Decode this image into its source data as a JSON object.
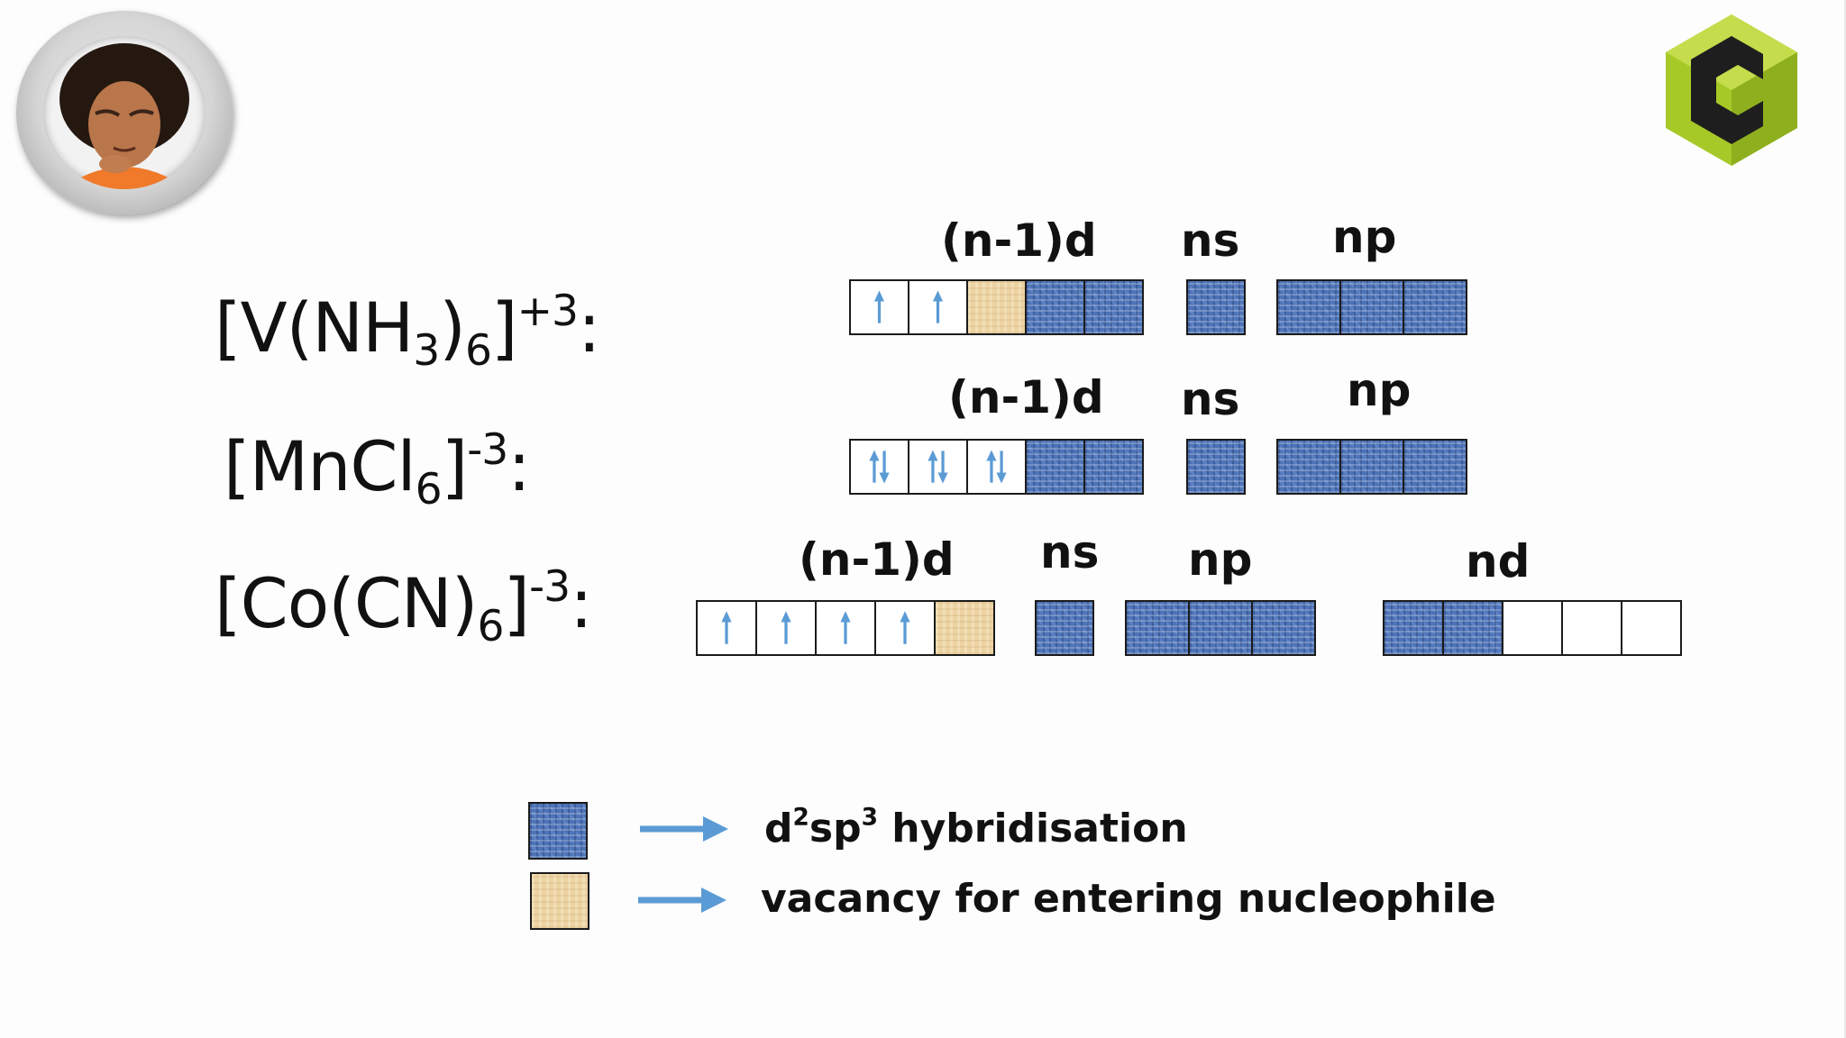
{
  "complexes": [
    {
      "formula": {
        "a": "[V(NH",
        "b": "3",
        "c": ")",
        "d": "6",
        "e": "]",
        "charge": "+3",
        "colon": ":"
      },
      "labels": {
        "d": "(n-1)d",
        "s": "ns",
        "p": "np"
      },
      "orbitals": {
        "d": [
          "up",
          "up",
          "vacancy",
          "hybrid",
          "hybrid"
        ],
        "s": [
          "hybrid"
        ],
        "p": [
          "hybrid",
          "hybrid",
          "hybrid"
        ]
      }
    },
    {
      "formula": {
        "a": "[MnCl",
        "b": "6",
        "e": "]",
        "charge": "-3",
        "colon": ":"
      },
      "labels": {
        "d": "(n-1)d",
        "s": "ns",
        "p": "np"
      },
      "orbitals": {
        "d": [
          "paired",
          "paired",
          "paired",
          "hybrid",
          "hybrid"
        ],
        "s": [
          "hybrid"
        ],
        "p": [
          "hybrid",
          "hybrid",
          "hybrid"
        ]
      }
    },
    {
      "formula": {
        "a": "[Co(CN)",
        "b": "6",
        "e": "]",
        "charge": "-3",
        "colon": ":"
      },
      "labels": {
        "d": "(n-1)d",
        "s": "ns",
        "p": "np",
        "nd": "nd"
      },
      "orbitals": {
        "d": [
          "up",
          "up",
          "up",
          "up",
          "vacancy"
        ],
        "s": [
          "hybrid"
        ],
        "p": [
          "hybrid",
          "hybrid",
          "hybrid"
        ],
        "nd": [
          "hybrid",
          "hybrid",
          "empty",
          "empty",
          "empty"
        ]
      }
    }
  ],
  "legend": {
    "hybrid": {
      "d": "d",
      "two": "2",
      "sp": "sp",
      "three": "3",
      "rest": " hybridisation"
    },
    "vacancy": "vacancy for entering nucleophile"
  },
  "colors": {
    "hybrid_fill": "#4d73b8",
    "vacancy_fill": "#ecd3a3",
    "arrow": "#5b9bd5",
    "logo_green": "#a6c928",
    "logo_dark": "#1e1e1e"
  },
  "icons": {
    "avatar": "presenter-avatar",
    "logo": "channel-logo-icon",
    "arrow": "arrow-right-icon",
    "spin_up": "spin-up-arrow",
    "spin_paired": "spin-paired-arrows"
  }
}
